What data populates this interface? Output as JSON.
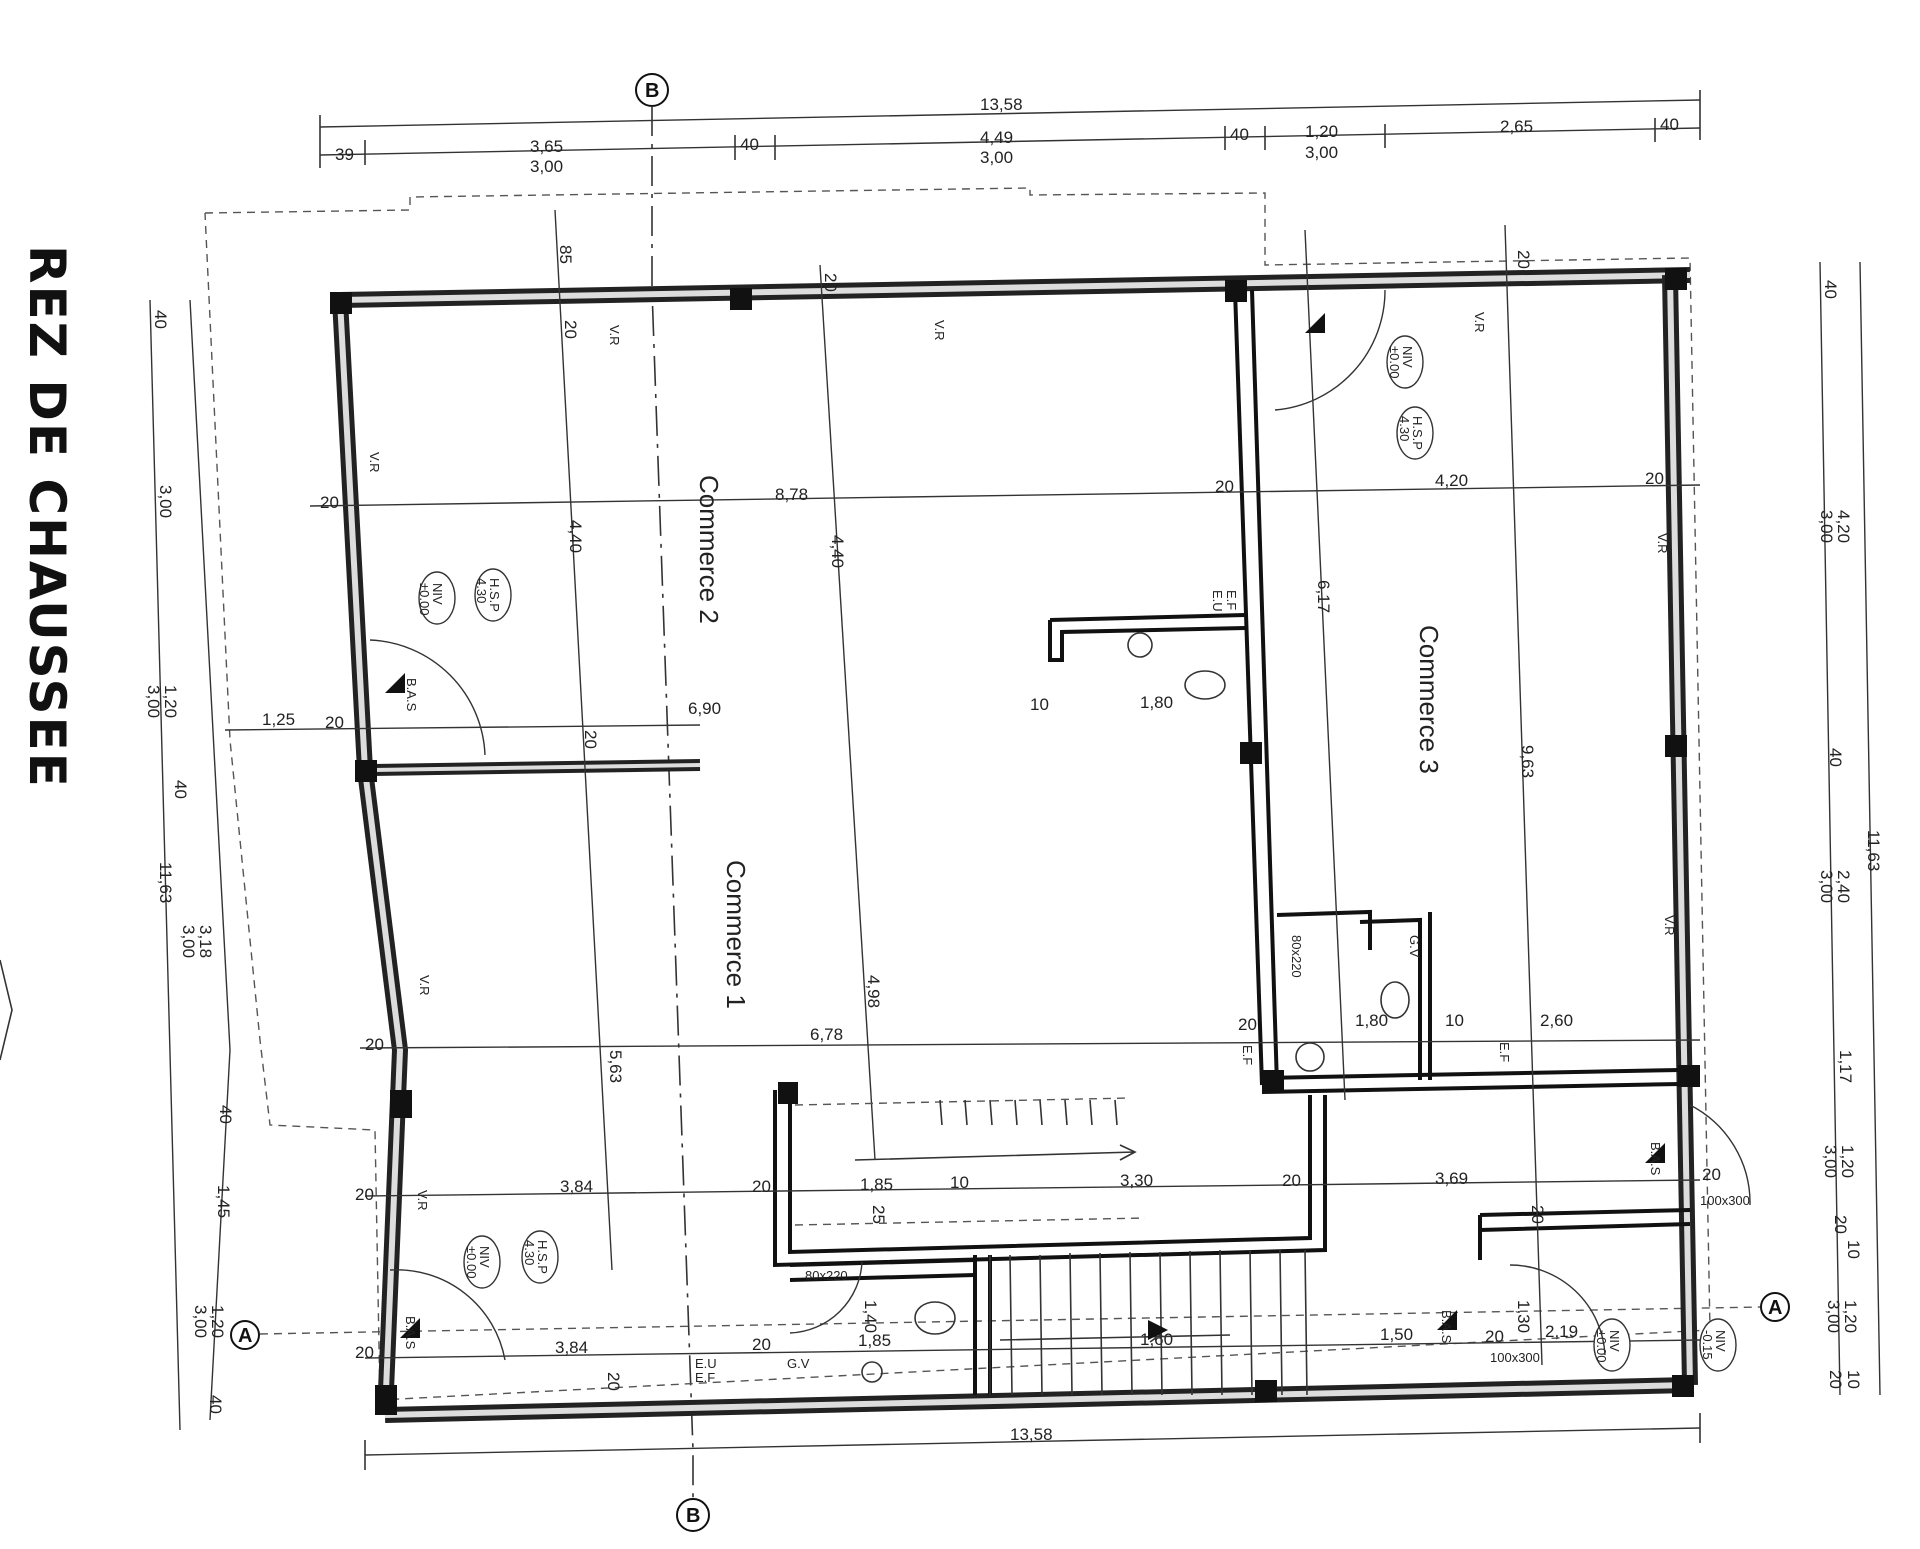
{
  "title": "REZ DE CHAUSSEE",
  "axes": {
    "b_top": "B",
    "b_bottom": "B",
    "a_left": "A",
    "a_right": "A"
  },
  "rooms": {
    "commerce1": "Commerce 1",
    "commerce2": "Commerce 2",
    "commerce3": "Commerce 3"
  },
  "levels": {
    "niv": "NIV",
    "niv_value": "±0.00",
    "niv_ext": "-0.15",
    "hsp": "H.S.P",
    "hsp_value": "4.30"
  },
  "labels": {
    "vr": "V.R",
    "bas": "B.A.S",
    "eu": "E.U",
    "ef": "E.F",
    "gv": "G.V"
  },
  "dimensions": {
    "top_total": "13,58",
    "top_row": [
      "39",
      "3,65",
      "40",
      "4,49",
      "40",
      "1,20",
      "2,65",
      "40"
    ],
    "top_row_sub": [
      "3,00",
      "3,00",
      "3,00"
    ],
    "bottom_total": "13,58",
    "left_total": "11,63",
    "left_row": [
      "40",
      "3,00",
      "1,20",
      "3,00",
      "40",
      "3,18",
      "3,00",
      "40",
      "1,45",
      "1,20",
      "3,00",
      "40"
    ],
    "right_total": "11,63",
    "right_row": [
      "40",
      "4,20",
      "3,00",
      "40",
      "2,40",
      "3,00",
      "1,17",
      "1,20",
      "3,00",
      "20",
      "10",
      "1,20",
      "3,00",
      "10",
      "20"
    ],
    "interior": [
      "8,78",
      "4,20",
      "6,78",
      "3,84",
      "3,84",
      "1,85",
      "3,30",
      "3,69",
      "1,25",
      "6,90",
      "4,40",
      "4,40",
      "4,98",
      "5,63",
      "9,63",
      "6,17",
      "1,80",
      "10",
      "2,60",
      "1,80",
      "1,50",
      "2,19",
      "1,85",
      "1,40",
      "1,60",
      "1,30",
      "20",
      "25",
      "85",
      "10",
      "100x300",
      "80x220"
    ]
  }
}
